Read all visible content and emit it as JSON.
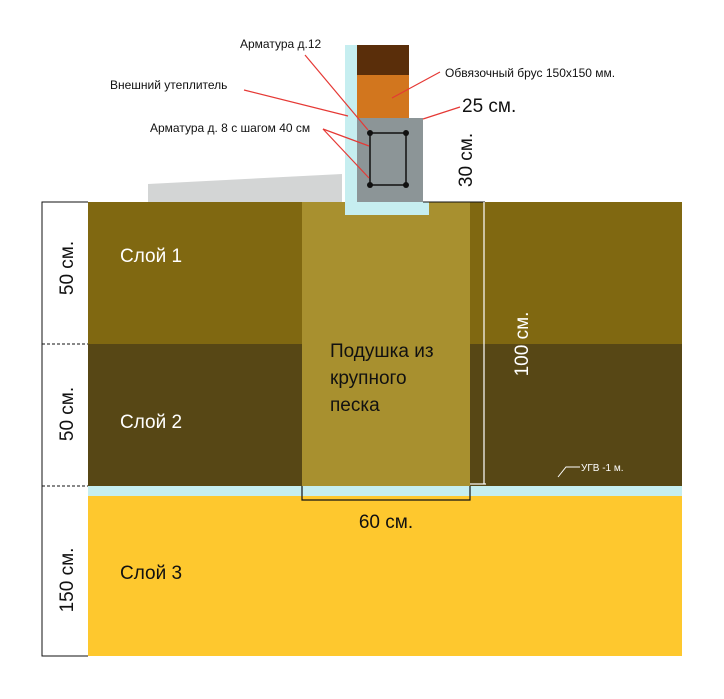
{
  "layers": [
    {
      "label": "Слой 1",
      "thickness": "50 см.",
      "color": "#806811"
    },
    {
      "label": "Слой 2",
      "thickness": "50 см.",
      "color": "#574715"
    },
    {
      "label": "Слой 3",
      "thickness": "150 см.",
      "color": "#FEC82E"
    }
  ],
  "cushion": {
    "label_lines": [
      "Подушка из",
      "крупного",
      "песка"
    ],
    "color": "#A8902F",
    "width": "60 см.",
    "depth": "100 см."
  },
  "foundation": {
    "beam_label": "Обвязочный брус 150х150 мм.",
    "rebar12_label": "Арматура д.12",
    "insulation_label": "Внешний утеплитель",
    "rebar8_label": "Арматура д. 8 с шагом 40 см",
    "width": "25 см.",
    "height": "30 см."
  },
  "groundwater": {
    "label": "УГВ -1 м.",
    "color": "#C6EEF0"
  },
  "colors": {
    "concrete": "#8C9597",
    "insulation": "#C6EEF0",
    "beam_dark": "#5A2E0A",
    "beam_light": "#D2761E",
    "blind_area": "#D3D5D5",
    "leader": "#E53935"
  }
}
